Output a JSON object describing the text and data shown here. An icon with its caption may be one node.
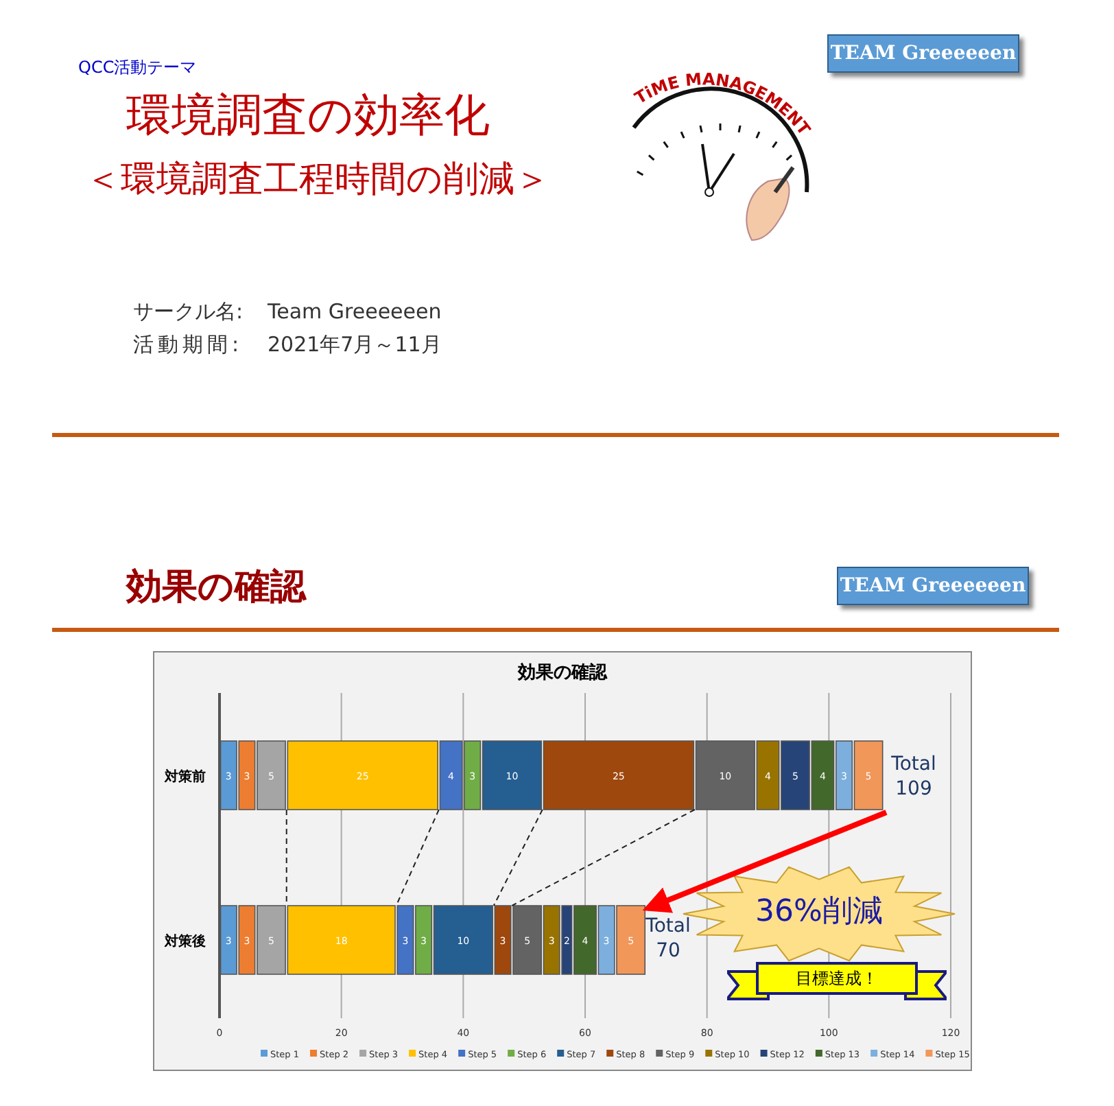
{
  "diagram": {
    "nodes": [
      {
        "text": [
          "TEAM Greeeeeen"
        ]
      },
      {
        "text": [
          "TEAM Greeeeeen"
        ]
      },
      {
        "text": [
          "Total 109"
        ]
      },
      {
        "text": [
          "Total 70"
        ]
      },
      {
        "text": [
          "36%削減"
        ]
      },
      {
        "text": [
          "目標達成！"
        ]
      }
    ],
    "edges": [
      {
        "from": 2,
        "to": 3,
        "arrow": "to",
        "color": "#ff0000"
      }
    ],
    "labels": [
      "QCC活動テーマ",
      "環境調査の効率化",
      "＜環境調査工程時間の削減＞",
      "TiME MANAGEMENT",
      "サークル名:",
      "Team Greeeeeen",
      "活動期間:",
      "2021年7月～11月",
      "効果の確認"
    ],
    "chart_data": {
      "type": "bar",
      "orientation": "horizontal",
      "stacked": true,
      "title": "効果の確認",
      "categories": [
        "対策前",
        "対策後"
      ],
      "xlim": [
        0,
        120
      ],
      "xticks": [
        0,
        20,
        40,
        60,
        80,
        100,
        120
      ],
      "data_labels": true,
      "grid": true,
      "legend": true,
      "series": [
        {
          "name": "Step 1",
          "color": "#5b9bd5",
          "values": [
            3,
            3
          ]
        },
        {
          "name": "Step 2",
          "color": "#ed7d31",
          "values": [
            3,
            3
          ]
        },
        {
          "name": "Step 3",
          "color": "#a5a5a5",
          "values": [
            5,
            5
          ]
        },
        {
          "name": "Step 4",
          "color": "#ffc000",
          "values": [
            25,
            18
          ]
        },
        {
          "name": "Step 5",
          "color": "#4472c4",
          "values": [
            4,
            3
          ]
        },
        {
          "name": "Step 6",
          "color": "#70ad47",
          "values": [
            3,
            3
          ]
        },
        {
          "name": "Step 7",
          "color": "#255e91",
          "values": [
            10,
            10
          ]
        },
        {
          "name": "Step 8",
          "color": "#9e480e",
          "values": [
            25,
            3
          ]
        },
        {
          "name": "Step 9",
          "color": "#636363",
          "values": [
            10,
            5
          ]
        },
        {
          "name": "Step 10",
          "color": "#997300",
          "values": [
            4,
            3
          ]
        },
        {
          "name": "Step 12",
          "color": "#264478",
          "values": [
            5,
            2
          ]
        },
        {
          "name": "Step 13",
          "color": "#43682b",
          "values": [
            4,
            4
          ]
        },
        {
          "name": "Step 14",
          "color": "#7cafdd",
          "values": [
            3,
            3
          ]
        },
        {
          "name": "Step 15",
          "color": "#f1975a",
          "values": [
            5,
            5
          ]
        }
      ]
    }
  }
}
